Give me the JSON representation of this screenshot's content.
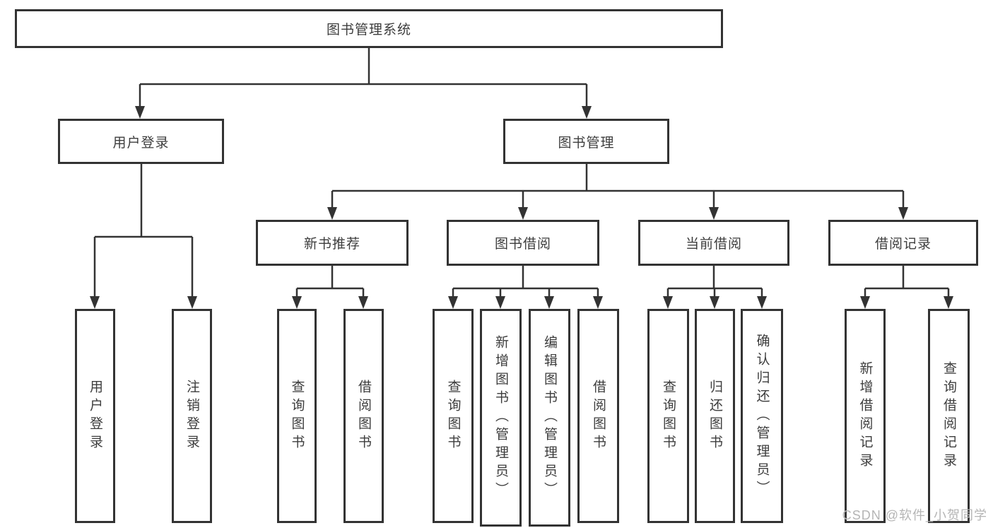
{
  "diagram": {
    "type": "hierarchy-tree",
    "title": "图书管理系统"
  },
  "nodes": {
    "root": "图书管理系统",
    "user_login": "用户登录",
    "book_mgmt": "图书管理",
    "leaf_user_login": "用户登录",
    "leaf_logout": "注销登录",
    "new_book_rec": "新书推荐",
    "book_borrow": "图书借阅",
    "current_borrow": "当前借阅",
    "borrow_record": "借阅记录",
    "nb_query_book": "查询图书",
    "nb_borrow_book": "借阅图书",
    "bb_query_book": "查询图书",
    "bb_add_book": "新增图书（管理员）",
    "bb_edit_book": "编辑图书（管理员）",
    "bb_borrow_book": "借阅图书",
    "cb_query_book": "查询图书",
    "cb_return_book": "归还图书",
    "cb_confirm_return": "确认归还（管理员）",
    "br_add_record": "新增借阅记录",
    "br_query_record": "查询借阅记录"
  },
  "watermark": "CSDN @软件_小贺同学",
  "colors": {
    "line": "#333333",
    "text": "#3d3d3d",
    "watermark": "#b5b5b5",
    "background": "#ffffff"
  }
}
